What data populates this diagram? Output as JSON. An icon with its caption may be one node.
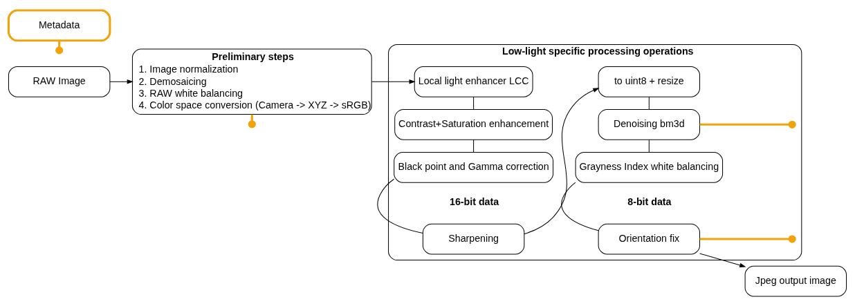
{
  "diagram": {
    "nodes": [
      {
        "text": [
          "RAW Image"
        ]
      },
      {
        "text": [
          "Preliminary steps",
          "1. Image normalization",
          "2. Demosaicing",
          "3. RAW white balancing",
          "4. Color space conversion (Camera -> XYZ -> sRGB)"
        ]
      },
      {
        "text": [
          "Metadata"
        ]
      },
      {
        "text": [
          "Low-light specific processing operations"
        ]
      },
      {
        "text": [
          "Local light enhancer LCC"
        ],
        "in": 3
      },
      {
        "text": [
          "Contrast+Saturation enhancement"
        ],
        "in": 3
      },
      {
        "text": [
          "Black point and Gamma correction"
        ],
        "in": 3
      },
      {
        "text": [
          "Sharpening"
        ],
        "in": 3
      },
      {
        "text": [
          "to uint8 + resize"
        ],
        "in": 3
      },
      {
        "text": [
          "Denoising bm3d"
        ],
        "in": 3
      },
      {
        "text": [
          "Grayness Index white balancing"
        ],
        "in": 3
      },
      {
        "text": [
          "Orientation fix"
        ],
        "in": 3
      },
      {
        "text": [
          "Jpeg output image"
        ]
      }
    ],
    "edges": [
      {
        "from": 0,
        "to": 1,
        "arrow": "to"
      },
      {
        "from": 1,
        "to": 4,
        "arrow": "to"
      },
      {
        "from": 4,
        "to": 5,
        "arrow": "none"
      },
      {
        "from": 5,
        "to": 6,
        "arrow": "none"
      },
      {
        "from": 6,
        "to": 7,
        "arrow": "none"
      },
      {
        "from": 7,
        "to": 8,
        "arrow": "to"
      },
      {
        "from": 8,
        "to": 9,
        "arrow": "none"
      },
      {
        "from": 9,
        "to": 10,
        "arrow": "none"
      },
      {
        "from": 10,
        "to": 11,
        "arrow": "none"
      },
      {
        "from": 11,
        "to": 12,
        "arrow": "to"
      },
      {
        "from": 1,
        "to": null,
        "arrow": "other",
        "style": "thick",
        "color": "#f0a30a"
      },
      {
        "from": 2,
        "to": null,
        "arrow": "other",
        "style": "thick",
        "color": "#f0a30a"
      },
      {
        "from": 9,
        "to": null,
        "arrow": "other",
        "style": "thick",
        "color": "#f0a30a"
      },
      {
        "from": 11,
        "to": null,
        "arrow": "other",
        "style": "thick",
        "color": "#f0a30a"
      }
    ],
    "labels": [
      "16-bit data",
      "8-bit data"
    ]
  }
}
